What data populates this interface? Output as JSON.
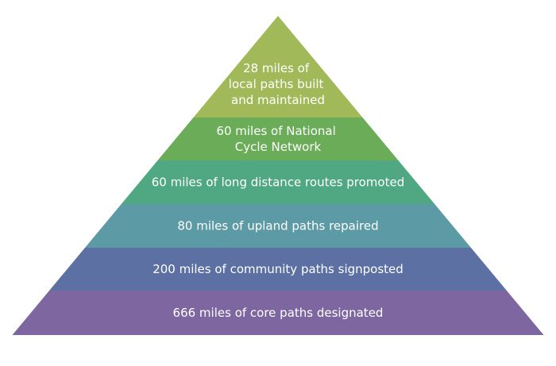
{
  "pyramid": {
    "tiers": [
      {
        "lines": [
          "28 miles of",
          "local paths built",
          "and maintained"
        ],
        "color": "#a2b95a"
      },
      {
        "lines": [
          "60 miles of National",
          "Cycle Network"
        ],
        "color": "#6aac58"
      },
      {
        "lines": [
          "60 miles of long distance routes promoted"
        ],
        "color": "#4fa882"
      },
      {
        "lines": [
          "80 miles of upland paths repaired"
        ],
        "color": "#5c9aa6"
      },
      {
        "lines": [
          "200 miles of community paths signposted"
        ],
        "color": "#5c70a4"
      },
      {
        "lines": [
          "666 miles of core paths designated"
        ],
        "color": "#7e67a0"
      }
    ]
  }
}
